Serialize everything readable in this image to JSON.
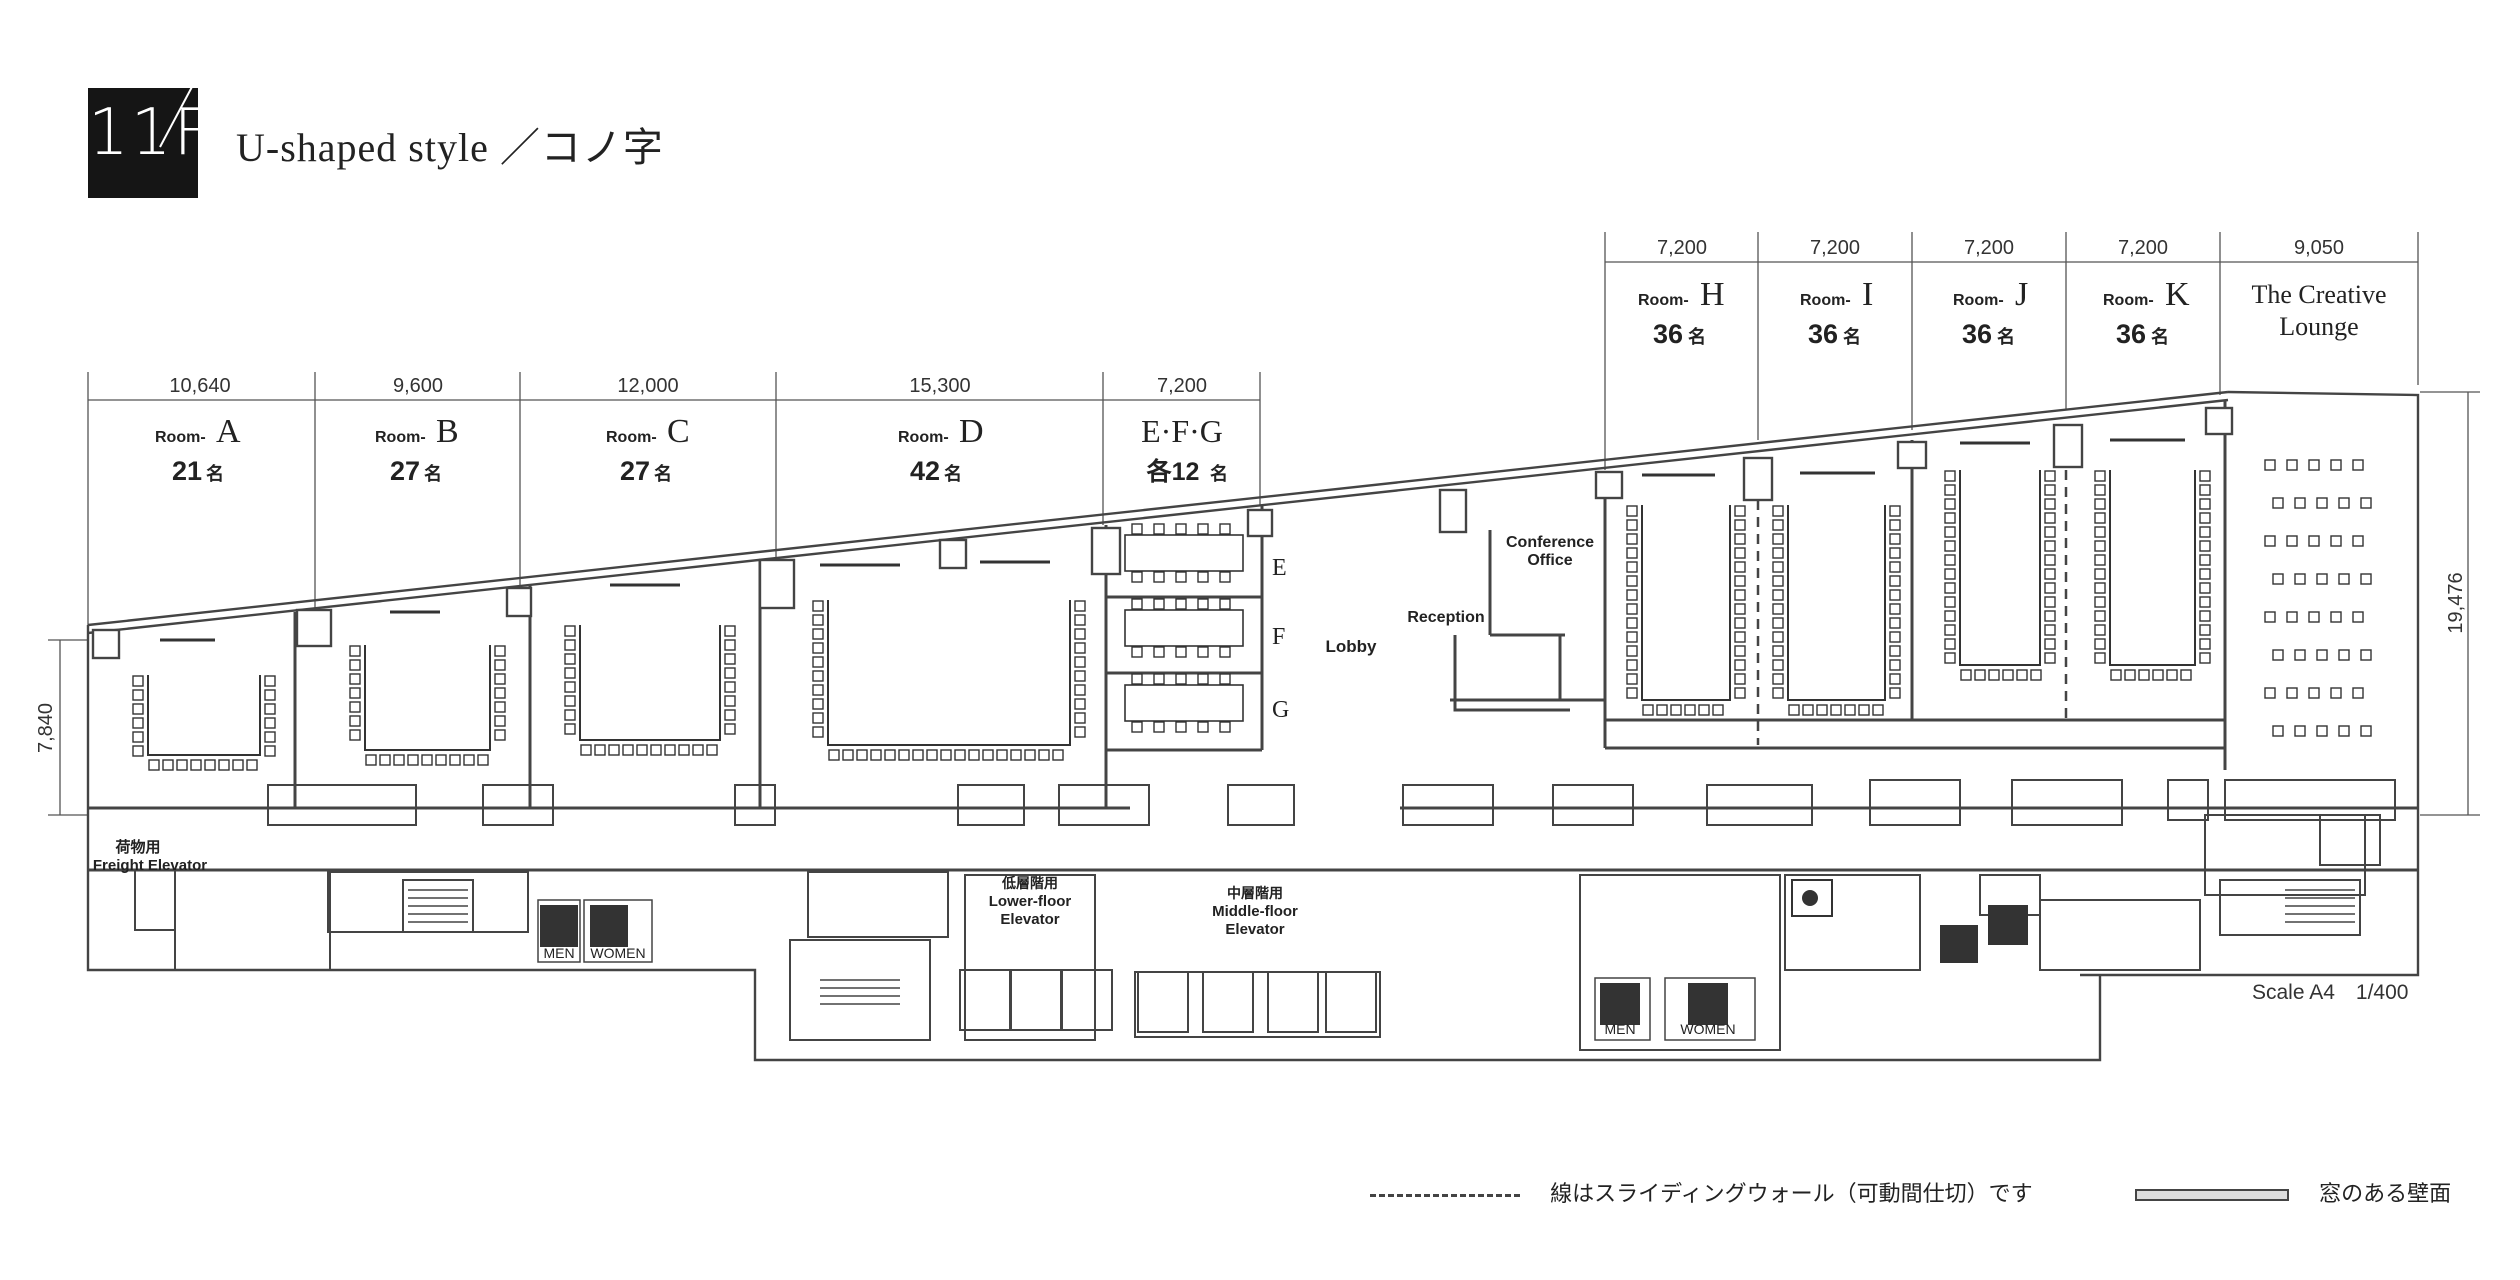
{
  "header": {
    "floor_badge": "11F",
    "title": "U-shaped style ／コノ字"
  },
  "dimensions_top_left": [
    "10,640",
    "9,600",
    "12,000",
    "15,300",
    "7,200"
  ],
  "dimensions_top_right": [
    "7,200",
    "7,200",
    "7,200",
    "7,200",
    "9,050"
  ],
  "dimension_left": "7,840",
  "dimension_right": "19,476",
  "rooms": [
    {
      "room_prefix": "Room-",
      "letter": "A",
      "capacity_num": "21",
      "capacity_unit": "名"
    },
    {
      "room_prefix": "Room-",
      "letter": "B",
      "capacity_num": "27",
      "capacity_unit": "名"
    },
    {
      "room_prefix": "Room-",
      "letter": "C",
      "capacity_num": "27",
      "capacity_unit": "名"
    },
    {
      "room_prefix": "Room-",
      "letter": "D",
      "capacity_num": "42",
      "capacity_unit": "名"
    },
    {
      "room_prefix": "",
      "letter": "E·F·G",
      "capacity_num": "各12",
      "capacity_unit": "名"
    },
    {
      "room_prefix": "Room-",
      "letter": "H",
      "capacity_num": "36",
      "capacity_unit": "名"
    },
    {
      "room_prefix": "Room-",
      "letter": "I",
      "capacity_num": "36",
      "capacity_unit": "名"
    },
    {
      "room_prefix": "Room-",
      "letter": "J",
      "capacity_num": "36",
      "capacity_unit": "名"
    },
    {
      "room_prefix": "Room-",
      "letter": "K",
      "capacity_num": "36",
      "capacity_unit": "名"
    }
  ],
  "lounge": {
    "line1": "The Creative",
    "line2": "Lounge"
  },
  "small_rooms": [
    "E",
    "F",
    "G"
  ],
  "labels": {
    "lobby": "Lobby",
    "reception": "Reception",
    "conference_1": "Conference",
    "conference_2": "Office",
    "freight_jp": "荷物用",
    "freight_en": "Freight Elevator",
    "lower_jp": "低層階用",
    "lower_en1": "Lower-floor",
    "lower_en2": "Elevator",
    "middle_jp": "中層階用",
    "middle_en1": "Middle-floor",
    "middle_en2": "Elevator",
    "men": "MEN",
    "women": "WOMEN"
  },
  "scale": "Scale A4　1/400",
  "legend": {
    "sliding_wall": "線はスライディングウォール（可動間仕切）です",
    "window_wall": "窓のある壁面"
  },
  "colors": {
    "ink": "#222222",
    "wall": "#555555",
    "badge": "#151515"
  }
}
